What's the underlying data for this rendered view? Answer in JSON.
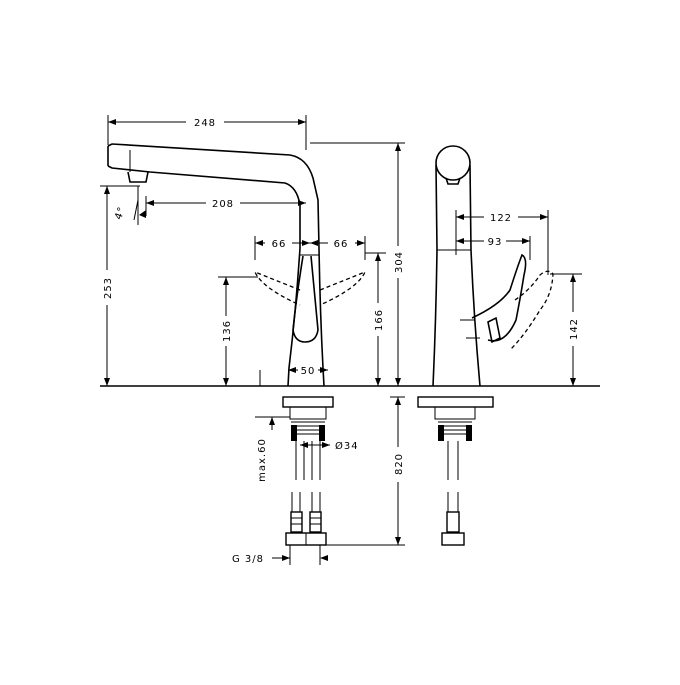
{
  "drawing": {
    "dims": {
      "spout_reach": "248",
      "outlet_offset": "208",
      "swing_left": "66",
      "swing_right": "66",
      "outlet_height": "253",
      "handle_height_front": "136",
      "handle_clearance": "166",
      "total_height": "304",
      "base_diameter": "50",
      "thread_diameter": "Ø34",
      "max_thickness": "max.60",
      "hose_length": "820",
      "connection": "G 3/8",
      "handle_reach_1": "122",
      "handle_reach_2": "93",
      "handle_height_side": "142",
      "spray_angle": "4°"
    }
  }
}
